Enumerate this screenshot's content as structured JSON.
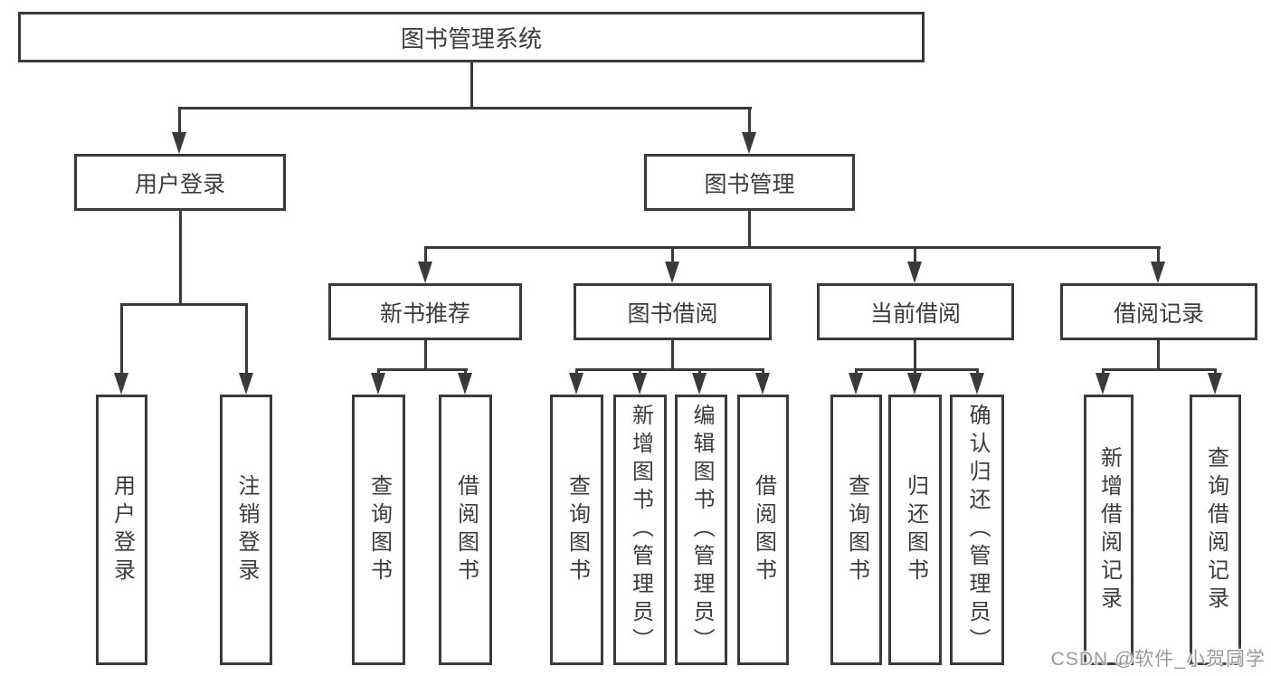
{
  "colors": {
    "line": "#3a3a3a",
    "text": "#3b3b40",
    "background": "#ffffff",
    "watermark_gray": "#9b9b9b"
  },
  "watermark": {
    "text": "CSDN @软件_小贺同学"
  },
  "tree": {
    "label": "图书管理系统",
    "children": [
      {
        "label": "用户登录",
        "children": [
          {
            "label": "用户登录"
          },
          {
            "label": "注销登录"
          }
        ]
      },
      {
        "label": "图书管理",
        "children": [
          {
            "label": "新书推荐",
            "children": [
              {
                "label": "查询图书"
              },
              {
                "label": "借阅图书"
              }
            ]
          },
          {
            "label": "图书借阅",
            "children": [
              {
                "label": "查询图书"
              },
              {
                "label": "新增图书（管理员）"
              },
              {
                "label": "编辑图书（管理员）"
              },
              {
                "label": "借阅图书"
              }
            ]
          },
          {
            "label": "当前借阅",
            "children": [
              {
                "label": "查询图书"
              },
              {
                "label": "归还图书"
              },
              {
                "label": "确认归还（管理员）"
              }
            ]
          },
          {
            "label": "借阅记录",
            "children": [
              {
                "label": "新增借阅记录"
              },
              {
                "label": "查询借阅记录"
              }
            ]
          }
        ]
      }
    ]
  }
}
